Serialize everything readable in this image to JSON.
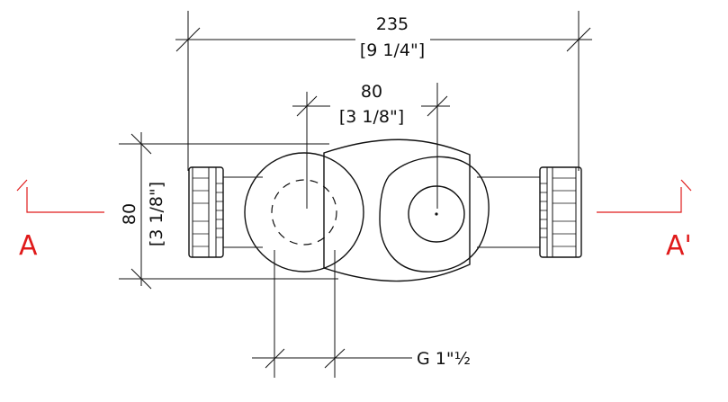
{
  "dimensions": {
    "overall_width": {
      "value": "235",
      "imperial": "[9 1/4\"]"
    },
    "outlet_spacing": {
      "value": "80",
      "imperial": "[3 1/8\"]"
    },
    "body_height": {
      "value": "80",
      "imperial": "[3 1/8\"]"
    },
    "thread": {
      "label": "G 1\"½"
    }
  },
  "section_marks": {
    "left": "A",
    "right": "A'"
  },
  "colors": {
    "line": "#111111",
    "section": "#e01a1a",
    "background": "#ffffff"
  }
}
